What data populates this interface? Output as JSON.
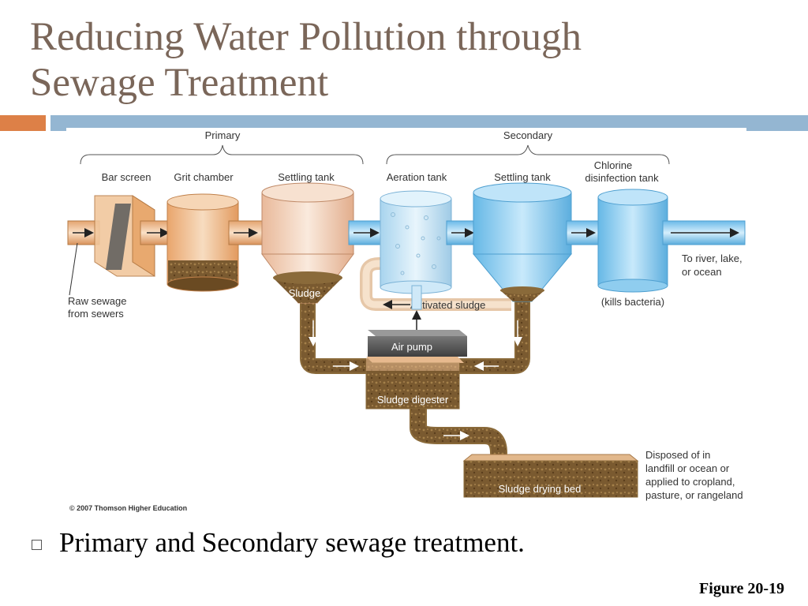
{
  "slide": {
    "title_line1": "Reducing Water Pollution through",
    "title_line2": "Sewage Treatment",
    "bullet": "Primary and Secondary sewage treatment.",
    "figure_ref": "Figure 20-19"
  },
  "diagram": {
    "primary_label": "Primary",
    "secondary_label": "Secondary",
    "bar_screen": "Bar screen",
    "grit_chamber": "Grit chamber",
    "settling_tank_1": "Settling tank",
    "aeration_tank": "Aeration tank",
    "settling_tank_2": "Settling tank",
    "chlorine_line1": "Chlorine",
    "chlorine_line2": "disinfection tank",
    "raw_sewage_line1": "Raw sewage",
    "raw_sewage_line2": "from sewers",
    "sludge": "Sludge",
    "activated_sludge": "Activated sludge",
    "kills_bacteria": "(kills bacteria)",
    "outlet_line1": "To river, lake,",
    "outlet_line2": "or ocean",
    "air_pump": "Air pump",
    "sludge_digester": "Sludge digester",
    "sludge_drying_bed": "Sludge drying bed",
    "disposed_line1": "Disposed of in",
    "disposed_line2": "landfill or ocean or",
    "disposed_line3": "applied to cropland,",
    "disposed_line4": "pasture, or rangeland",
    "copyright": "© 2007 Thomson Higher Education"
  },
  "colors": {
    "title": "#7a6659",
    "accent_orange": "#dd8047",
    "accent_blue": "#94b6d2",
    "sludge_brown": "#8a6a3a",
    "water_blue": "#7fc4ea"
  }
}
